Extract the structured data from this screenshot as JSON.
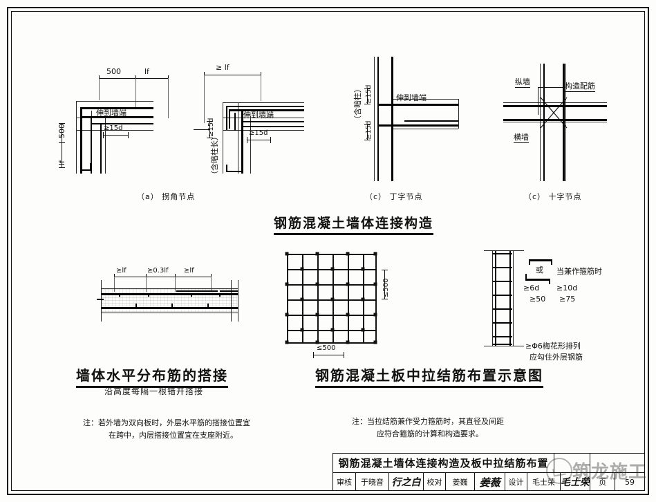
{
  "sheet": {
    "page_number": "59",
    "page_label": "页"
  },
  "figures": {
    "corner": {
      "caption": "（a）  拐角节点",
      "dim_500": "500",
      "dim_lf": "lf",
      "dim_left_500": "500",
      "dim_left_lf": "lf",
      "label_extend": "伸到墙端",
      "label_15d": "≥15d"
    },
    "corner_b": {
      "dim_lf": "≥ lf",
      "label_extend": "伸到墙端",
      "label_15d": "≥15d",
      "label_15d_v": "≥15d",
      "label_vertical": "（含暗柱长）"
    },
    "tee": {
      "caption": "（c）  丁字节点",
      "label_extend": "伸到墙端",
      "label_15d_top": "≥15d",
      "label_15d_bot": "≥15d",
      "label_vertical": "（含暗柱）"
    },
    "cross": {
      "caption": "（c）  十字节点",
      "label_long_wall": "纵墙",
      "label_cross_wall": "横墙",
      "label_rebar": "构造配筋"
    },
    "lap": {
      "title": "墙体水平分布筋的搭接",
      "subtitle": "沿高度每隔一根错开搭接",
      "dim_1": "≥lf",
      "dim_2": "≥0.3lf",
      "dim_3": "≥lf",
      "note": "注：若外墙为双向板时，外层水平筋的搭接位置宜",
      "note_line2": "在跨中，内层搭接位置宜在支座附近。"
    },
    "mesh": {
      "title": "钢筋混凝土板中拉结筋布置示意图",
      "dim_vertical": "≤500",
      "dim_horizontal": "≤500",
      "note": "注：当拉结筋兼作受力箍筋时，其直径及间距",
      "note_line2": "应符合箍筋的计算和构造要求。"
    },
    "tie": {
      "label_or": "或",
      "label_when": "当兼作箍筋时",
      "dim_6d": "≥6d",
      "dim_10d": "≥10d",
      "dim_50": "≥50",
      "dim_75": "≥75",
      "note_1": "≥Φ6梅花形排列",
      "note_2": "应勾住外层钢筋"
    }
  },
  "main_title": "钢筋混凝土墙体连接构造",
  "title_block": {
    "drawing_title": "钢筋混凝土墙体连接构造及板中拉结筋布置",
    "review_label": "审核",
    "review_name": "于晓音",
    "review_sign": "行之白",
    "check_label": "校对",
    "check_name": "姜巍",
    "check_sign": "姜薇",
    "design_label": "设计",
    "design_name": "毛士荣",
    "design_sign": "毛士荣",
    "page_label": "页",
    "page_value": "59"
  },
  "watermark": {
    "text": "筑龙施工"
  }
}
